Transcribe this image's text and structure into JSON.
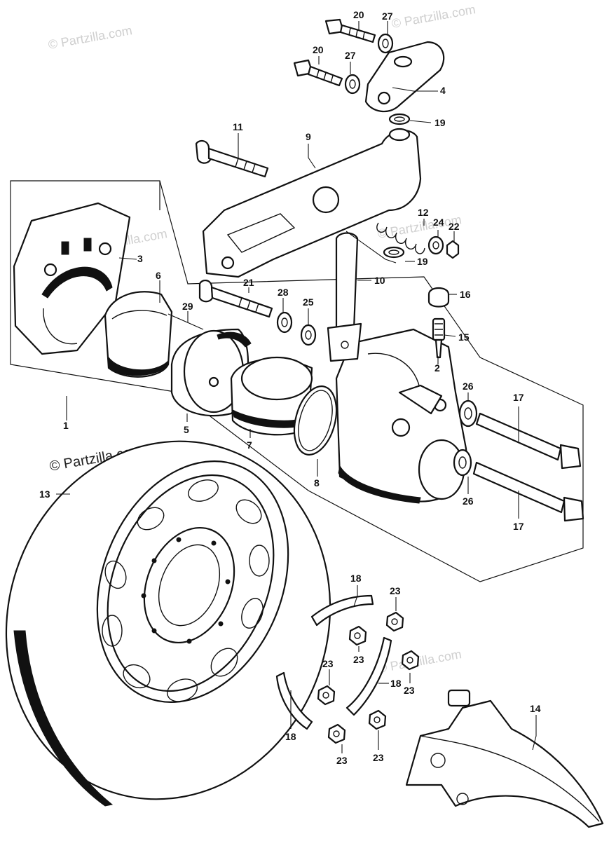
{
  "watermark": {
    "text": "© Partzilla.com",
    "color": "#cfcfcf"
  },
  "callouts": [
    "1",
    "2",
    "3",
    "4",
    "5",
    "6",
    "7",
    "8",
    "9",
    "10",
    "11",
    "12",
    "13",
    "14",
    "15",
    "16",
    "17",
    "18",
    "19",
    "20",
    "21",
    "22",
    "23",
    "24",
    "25",
    "26",
    "27",
    "28",
    "29"
  ],
  "icons": [
    "brake-caliper",
    "brake-disc",
    "brake-pads",
    "piston",
    "spring",
    "bolts",
    "nuts",
    "lock-washers",
    "caliper-bracket",
    "disc-guard"
  ]
}
